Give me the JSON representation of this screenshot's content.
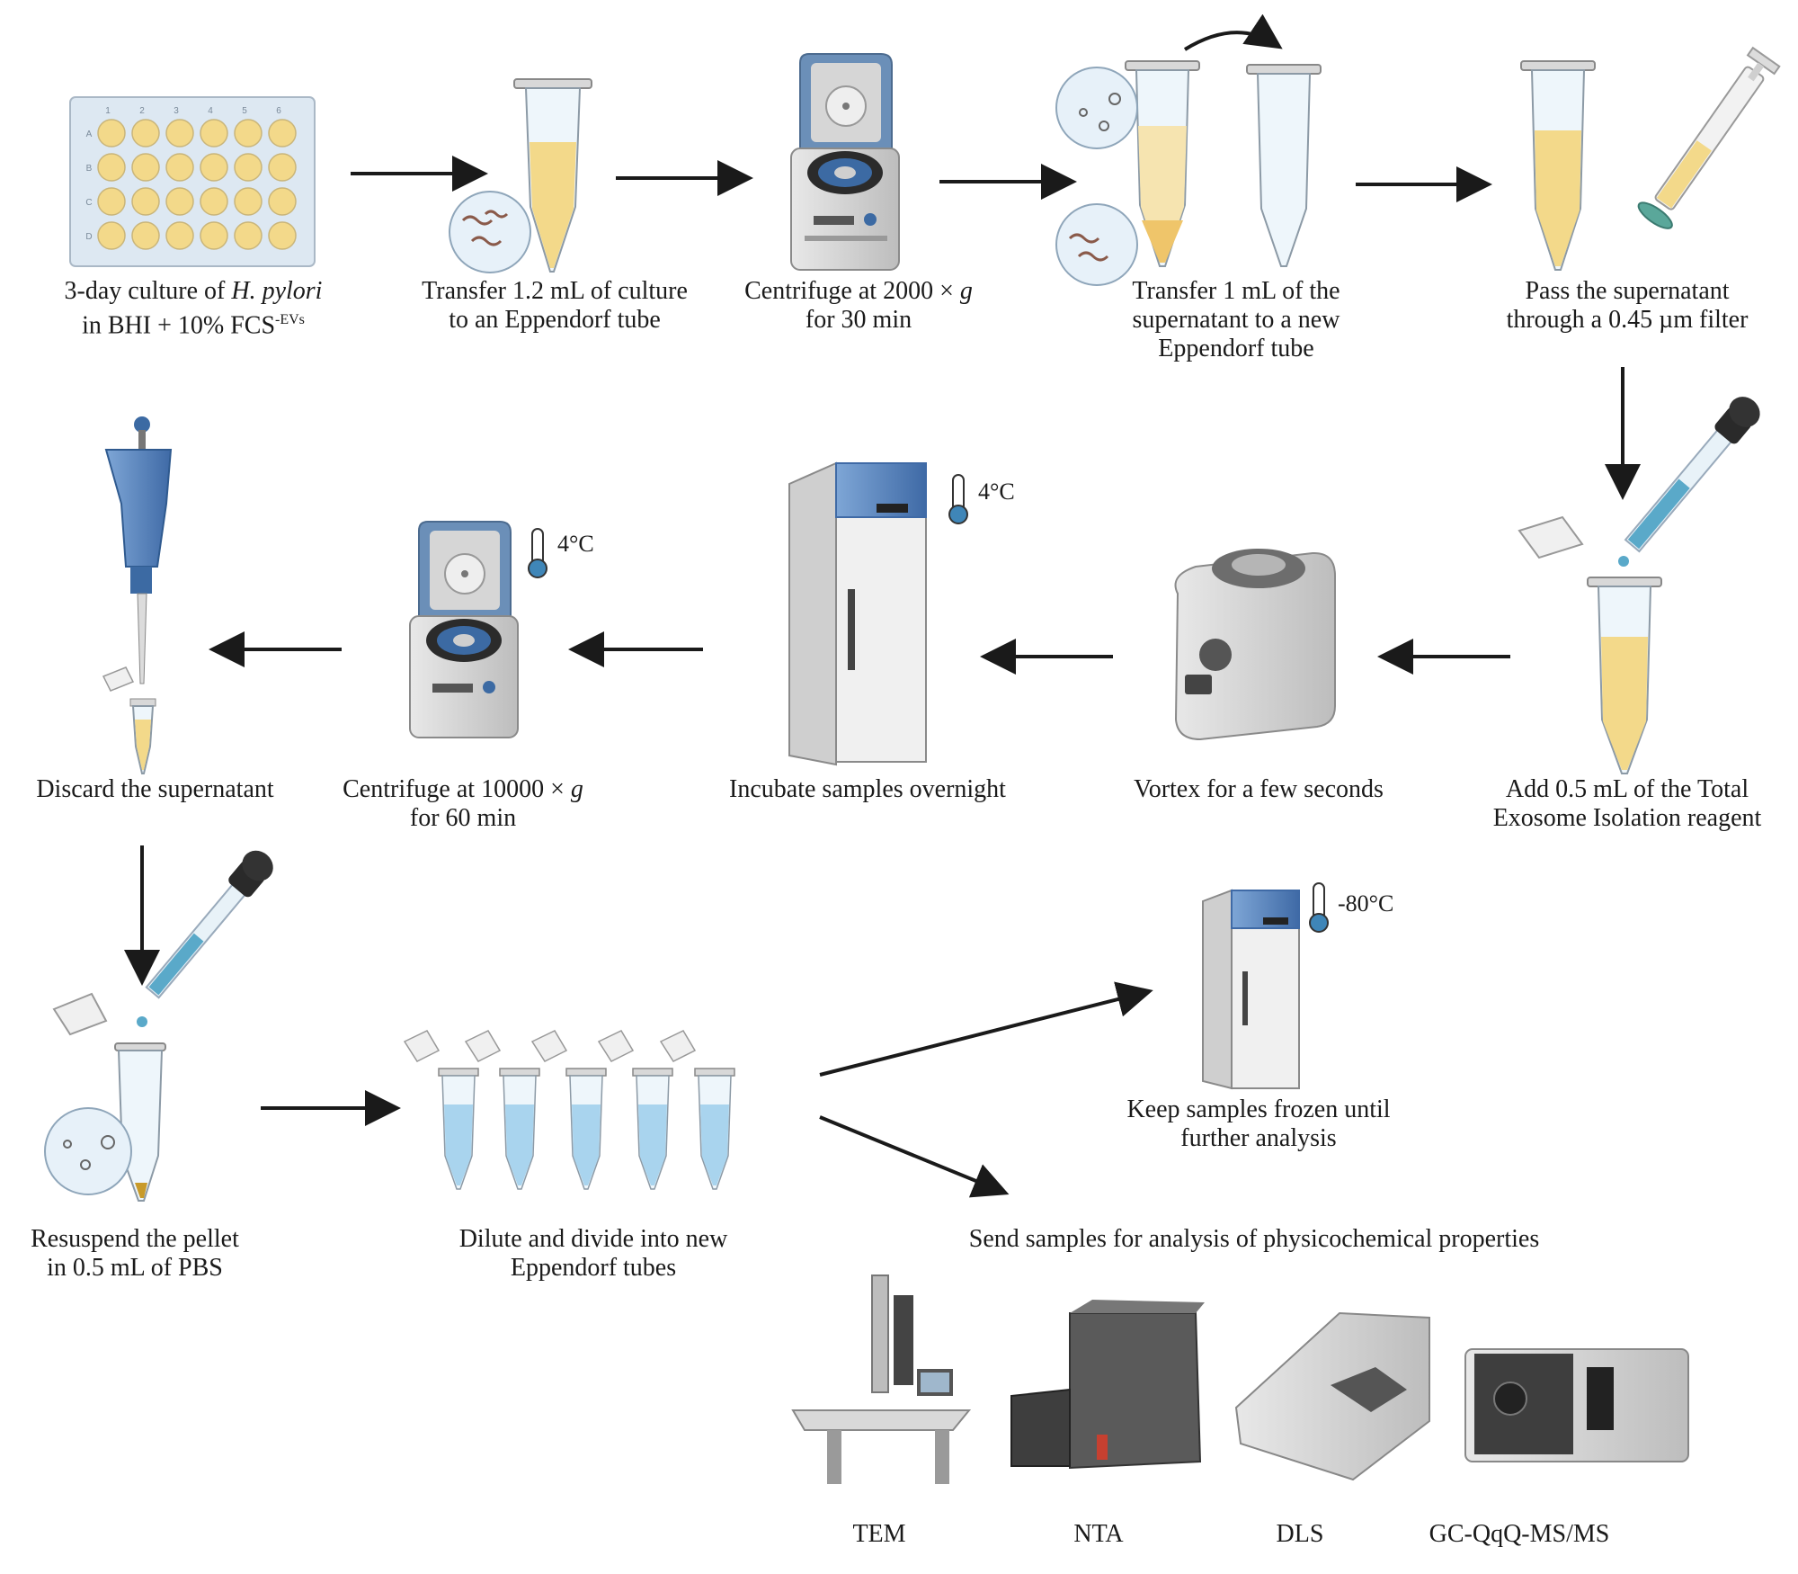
{
  "steps": [
    {
      "line1": "3-day culture of ",
      "line1_italic": "H. pylori",
      "line2": "in BHI + 10% FCS",
      "line2_sup": "-EVs"
    },
    {
      "line1": "Transfer 1.2 mL of culture",
      "line2": "to an Eppendorf tube"
    },
    {
      "line1": "Centrifuge at 2000 × ",
      "line1_italic": "g",
      "line2": "for 30 min"
    },
    {
      "line1": "Transfer 1 mL of the",
      "line2": "supernatant to a new",
      "line3": "Eppendorf tube"
    },
    {
      "line1": "Pass the supernatant",
      "line2": "through a 0.45 µm filter"
    },
    {
      "line1": "Add 0.5 mL of the Total",
      "line2": "Exosome Isolation reagent"
    },
    {
      "line1": "Vortex for a few seconds"
    },
    {
      "line1": "Incubate samples overnight"
    },
    {
      "line1": "Centrifuge at 10000 × ",
      "line1_italic": "g",
      "line2": "for 60 min"
    },
    {
      "line1": "Discard the supernatant"
    },
    {
      "line1": "Resuspend the pellet",
      "line2": "in 0.5 mL of PBS"
    },
    {
      "line1": "Dilute and divide into new",
      "line2": "Eppendorf tubes"
    },
    {
      "line1": "Keep samples frozen until",
      "line2": "further analysis"
    },
    {
      "line1": "Send samples for analysis of physicochemical properties"
    }
  ],
  "temperatures": {
    "incubate": "4°C",
    "centrifuge2": "4°C",
    "freezer": "-80°C"
  },
  "plate": {
    "cols": [
      "1",
      "2",
      "3",
      "4",
      "5",
      "6"
    ],
    "rows": [
      "A",
      "B",
      "C",
      "D"
    ]
  },
  "instruments": [
    "TEM",
    "NTA",
    "DLS",
    "GC-QqQ-MS/MS"
  ],
  "colors": {
    "culture": "#f3d98a",
    "reagent": "#5aa9c9",
    "pbs": "#a9d4ee",
    "equipment_blue": "#4a78b5",
    "arrow": "#1a1a1a"
  }
}
